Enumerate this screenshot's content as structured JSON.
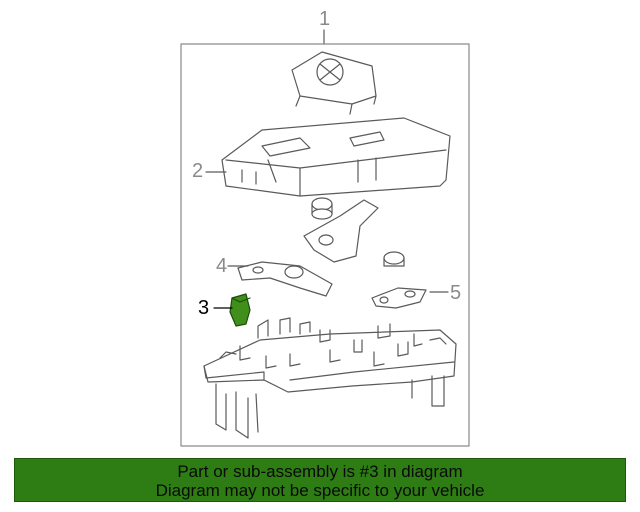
{
  "callouts": {
    "c1": "1",
    "c2": "2",
    "c3": "3",
    "c4": "4",
    "c5": "5"
  },
  "highlighted_part": "3",
  "colors": {
    "line": "#5a5a5a",
    "callout": "#8a8a8a",
    "highlight_part": "#3f8f1a",
    "banner_bg": "#2e7d14"
  },
  "banner": {
    "line1": "Part or sub-assembly is #3 in diagram",
    "line2": "Diagram may not be specific to your vehicle"
  }
}
